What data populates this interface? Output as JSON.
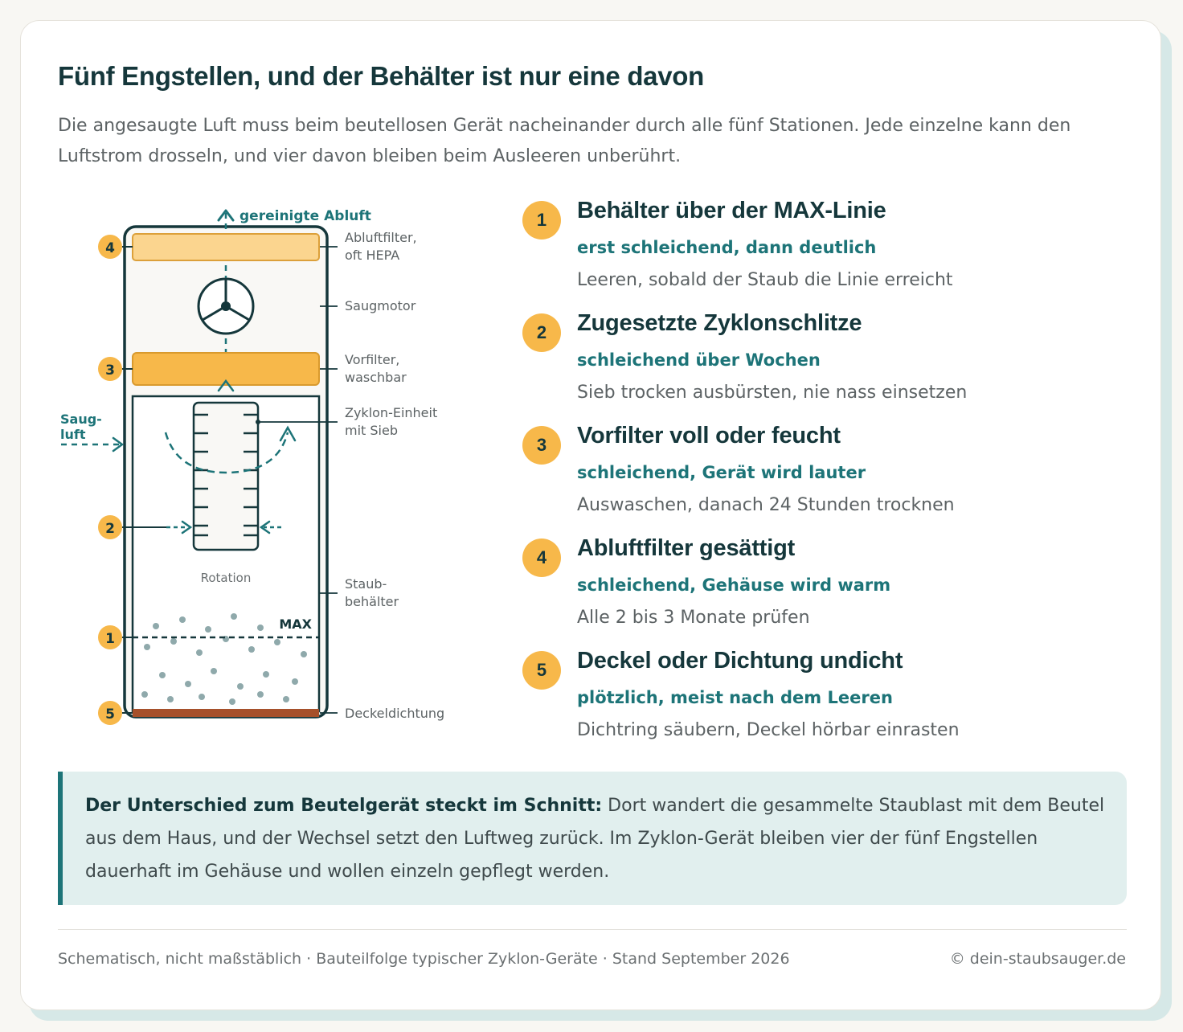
{
  "title": "Fünf Engstellen, und der Behälter ist nur eine davon",
  "subtitle": "Die angesaugte Luft muss beim beutellosen Gerät nacheinander durch alle fünf Stationen. Jede einzelne kann den Luftstrom drosseln, und vier davon bleiben beim Ausleeren unberührt.",
  "diagram": {
    "exhaust_label": "gereinigte Abluft",
    "intake_label_1": "Saug-",
    "intake_label_2": "luft",
    "rotation_label": "Rotation",
    "max_label": "MAX",
    "components": {
      "exhaust_filter": [
        "Abluftfilter,",
        "oft HEPA"
      ],
      "motor": [
        "Saugmotor"
      ],
      "prefilter": [
        "Vorfilter,",
        "waschbar"
      ],
      "cyclone": [
        "Zyklon-Einheit",
        "mit Sieb"
      ],
      "bin": [
        "Staub-",
        "behälter"
      ],
      "seal": [
        "Deckeldichtung"
      ]
    },
    "markers": {
      "exhaust_filter": "4",
      "prefilter": "3",
      "cyclone_slots": "2",
      "max_line": "1",
      "seal": "5"
    },
    "colors": {
      "housing": "#15373b",
      "exhaust_filter": "#fbd58f",
      "prefilter": "#f7b84a",
      "airflow": "#1d7478",
      "seal": "#a6502b",
      "dust": "#8fa9ab"
    }
  },
  "items": [
    {
      "number": "1",
      "title": "Behälter über der MAX-Linie",
      "timing": "erst schleichend, dann deutlich",
      "action": "Leeren, sobald der Staub die Linie erreicht"
    },
    {
      "number": "2",
      "title": "Zugesetzte Zyklonschlitze",
      "timing": "schleichend über Wochen",
      "action": "Sieb trocken ausbürsten, nie nass einsetzen"
    },
    {
      "number": "3",
      "title": "Vorfilter voll oder feucht",
      "timing": "schleichend, Gerät wird lauter",
      "action": "Auswaschen, danach 24 Stunden trocknen"
    },
    {
      "number": "4",
      "title": "Abluftfilter gesättigt",
      "timing": "schleichend, Gehäuse wird warm",
      "action": "Alle 2 bis 3 Monate prüfen"
    },
    {
      "number": "5",
      "title": "Deckel oder Dichtung undicht",
      "timing": "plötzlich, meist nach dem Leeren",
      "action": "Dichtring säubern, Deckel hörbar einrasten"
    }
  ],
  "note": {
    "lead": "Der Unterschied zum Beutelgerät steckt im Schnitt:",
    "text": " Dort wandert die gesammelte Staublast mit dem Beutel aus dem Haus, und der Wechsel setzt den Luftweg zurück. Im Zyklon-Gerät bleiben vier der fünf Engstellen dauerhaft im Gehäuse und wollen einzeln gepflegt werden."
  },
  "footer": {
    "left": "Schematisch, nicht maßstäblich · Bauteilfolge typischer Zyklon-Geräte · Stand September 2026",
    "right": "© dein-staubsauger.de"
  }
}
